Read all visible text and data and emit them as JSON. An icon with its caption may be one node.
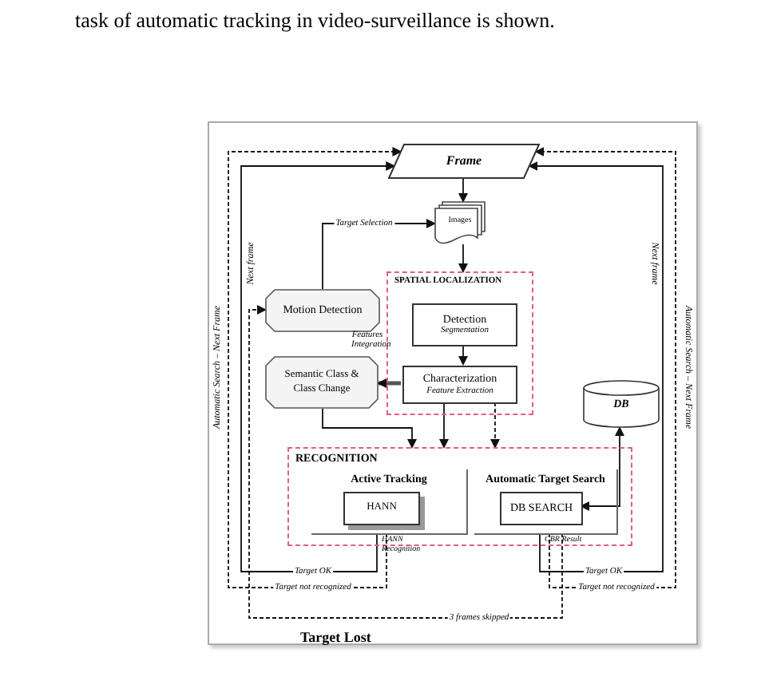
{
  "diagram": {
    "nodes": [
      {
        "text": [
          "Frame"
        ]
      },
      {
        "text": [
          "Images"
        ]
      },
      {
        "text": [
          "Motion Detection"
        ]
      },
      {
        "text": [
          "SPATIAL LOCALIZATION"
        ]
      },
      {
        "text": [
          "Detection",
          "Segmentation"
        ],
        "in": 3
      },
      {
        "text": [
          "Characterization",
          "Feature Extraction"
        ],
        "in": 3
      },
      {
        "text": [
          "Semantic Class & Class Change"
        ]
      },
      {
        "text": [
          "RECOGNITION"
        ]
      },
      {
        "text": [
          "Active Tracking"
        ],
        "in": 7,
        "beside": [
          "HANN Recognition"
        ]
      },
      {
        "text": [
          "HANN"
        ],
        "in": 8
      },
      {
        "text": [
          "Automatic Target Search"
        ],
        "in": 7,
        "beside": [
          "CBR Result"
        ]
      },
      {
        "text": [
          "DB SEARCH"
        ],
        "in": 10
      },
      {
        "text": [
          "DB"
        ]
      }
    ],
    "edges": [
      {
        "from": 0,
        "to": 1,
        "arrow": "to"
      },
      {
        "from": 1,
        "to": 3,
        "arrow": "to"
      },
      {
        "from": 2,
        "to": 1,
        "arrow": "to",
        "label": "Target Selection"
      },
      {
        "from": 4,
        "to": 5,
        "arrow": "to"
      },
      {
        "from": 5,
        "to": 6,
        "arrow": "to",
        "label": "Features Integration",
        "style": "thick"
      },
      {
        "from": 6,
        "to": 7,
        "arrow": "to"
      },
      {
        "from": 5,
        "to": 7,
        "arrow": "to"
      },
      {
        "from": 5,
        "to": 7,
        "arrow": "to",
        "style": "dashed"
      },
      {
        "from": 12,
        "to": 11,
        "arrow": "both"
      },
      {
        "from": 8,
        "to": 0,
        "arrow": "to",
        "label": "Target OK"
      },
      {
        "from": 8,
        "to": 0,
        "arrow": "to",
        "label": "Target not recognized",
        "style": "dashed"
      },
      {
        "from": 10,
        "to": 0,
        "arrow": "to",
        "label": "Target OK"
      },
      {
        "from": 10,
        "to": 0,
        "arrow": "to",
        "label": "Target not recognized",
        "style": "dashed"
      },
      {
        "from": 10,
        "to": 2,
        "arrow": "to",
        "label": "3 frames skipped",
        "style": "dashed"
      }
    ],
    "labels": [
      "task of automatic tracking in video-surveillance is shown.",
      "Automatic Search – Next Frame",
      "Next frame",
      "Next frame",
      "Automatic Search – Next Frame",
      "Target Lost"
    ]
  }
}
